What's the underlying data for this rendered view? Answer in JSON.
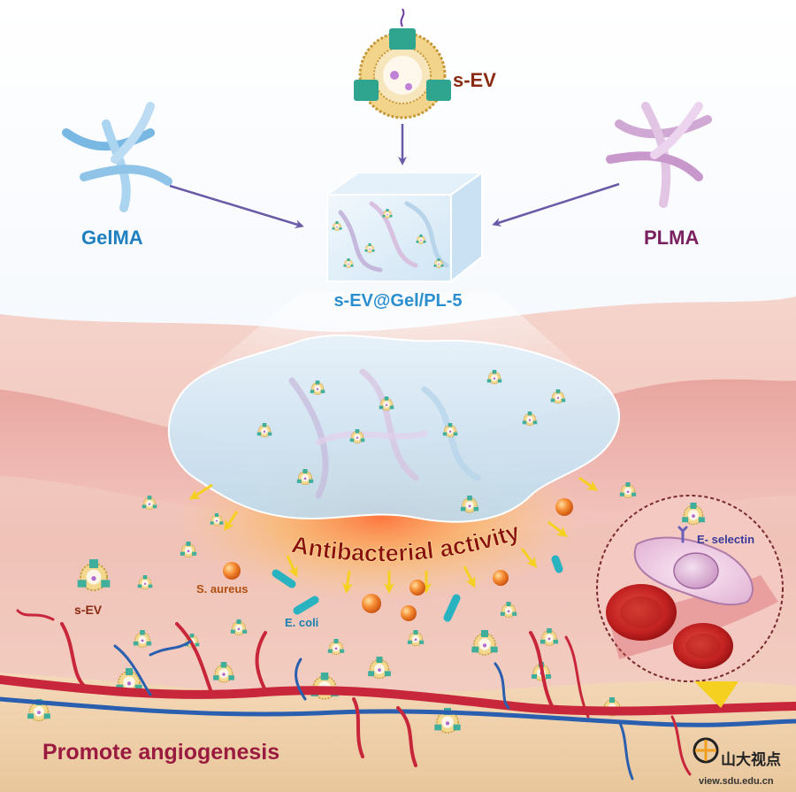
{
  "labels": {
    "sev_top": "s-EV",
    "gelma": "GelMA",
    "plma": "PLMA",
    "hydrogel": "s-EV@Gel/PL-5",
    "antibacterial": "Antibacterial activity",
    "s_aureus": "S. aureus",
    "e_coli": "E. coli",
    "sev_side": "s-EV",
    "e_selectin": "E- selectin",
    "angiogenesis": "Promote angiogenesis"
  },
  "watermark": {
    "name": "山大视点",
    "url": "view.sdu.edu.cn"
  },
  "colors": {
    "gelma": "#1f7fbf",
    "plma": "#7a2060",
    "sev": "#8a2a10",
    "hydrogel": "#2a8fcf",
    "antibacterial": "#8a1010",
    "angiogenesis": "#9a1a40",
    "arrow": "#7a6ab8",
    "yellow_arrow": "#f5d020"
  }
}
